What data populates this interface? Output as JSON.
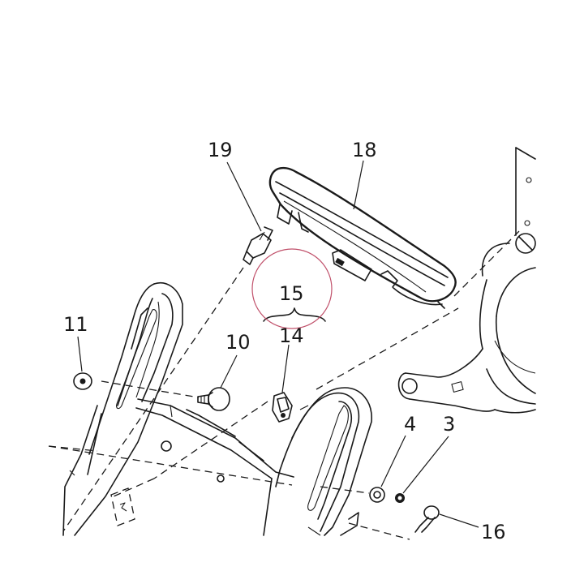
{
  "callouts": [
    {
      "key": "c19",
      "label": "19"
    },
    {
      "key": "c18",
      "label": "18"
    },
    {
      "key": "c15",
      "label": "15"
    },
    {
      "key": "c14",
      "label": "14"
    },
    {
      "key": "c11",
      "label": "11"
    },
    {
      "key": "c10",
      "label": "10"
    },
    {
      "key": "c4",
      "label": "4"
    },
    {
      "key": "c3",
      "label": "3"
    },
    {
      "key": "c16",
      "label": "16"
    }
  ],
  "colors": {
    "line": "#1a1a1a",
    "highlight_circle": "#c0506a",
    "background": "#ffffff"
  },
  "highlight": {
    "target": "15",
    "shape": "circle"
  }
}
